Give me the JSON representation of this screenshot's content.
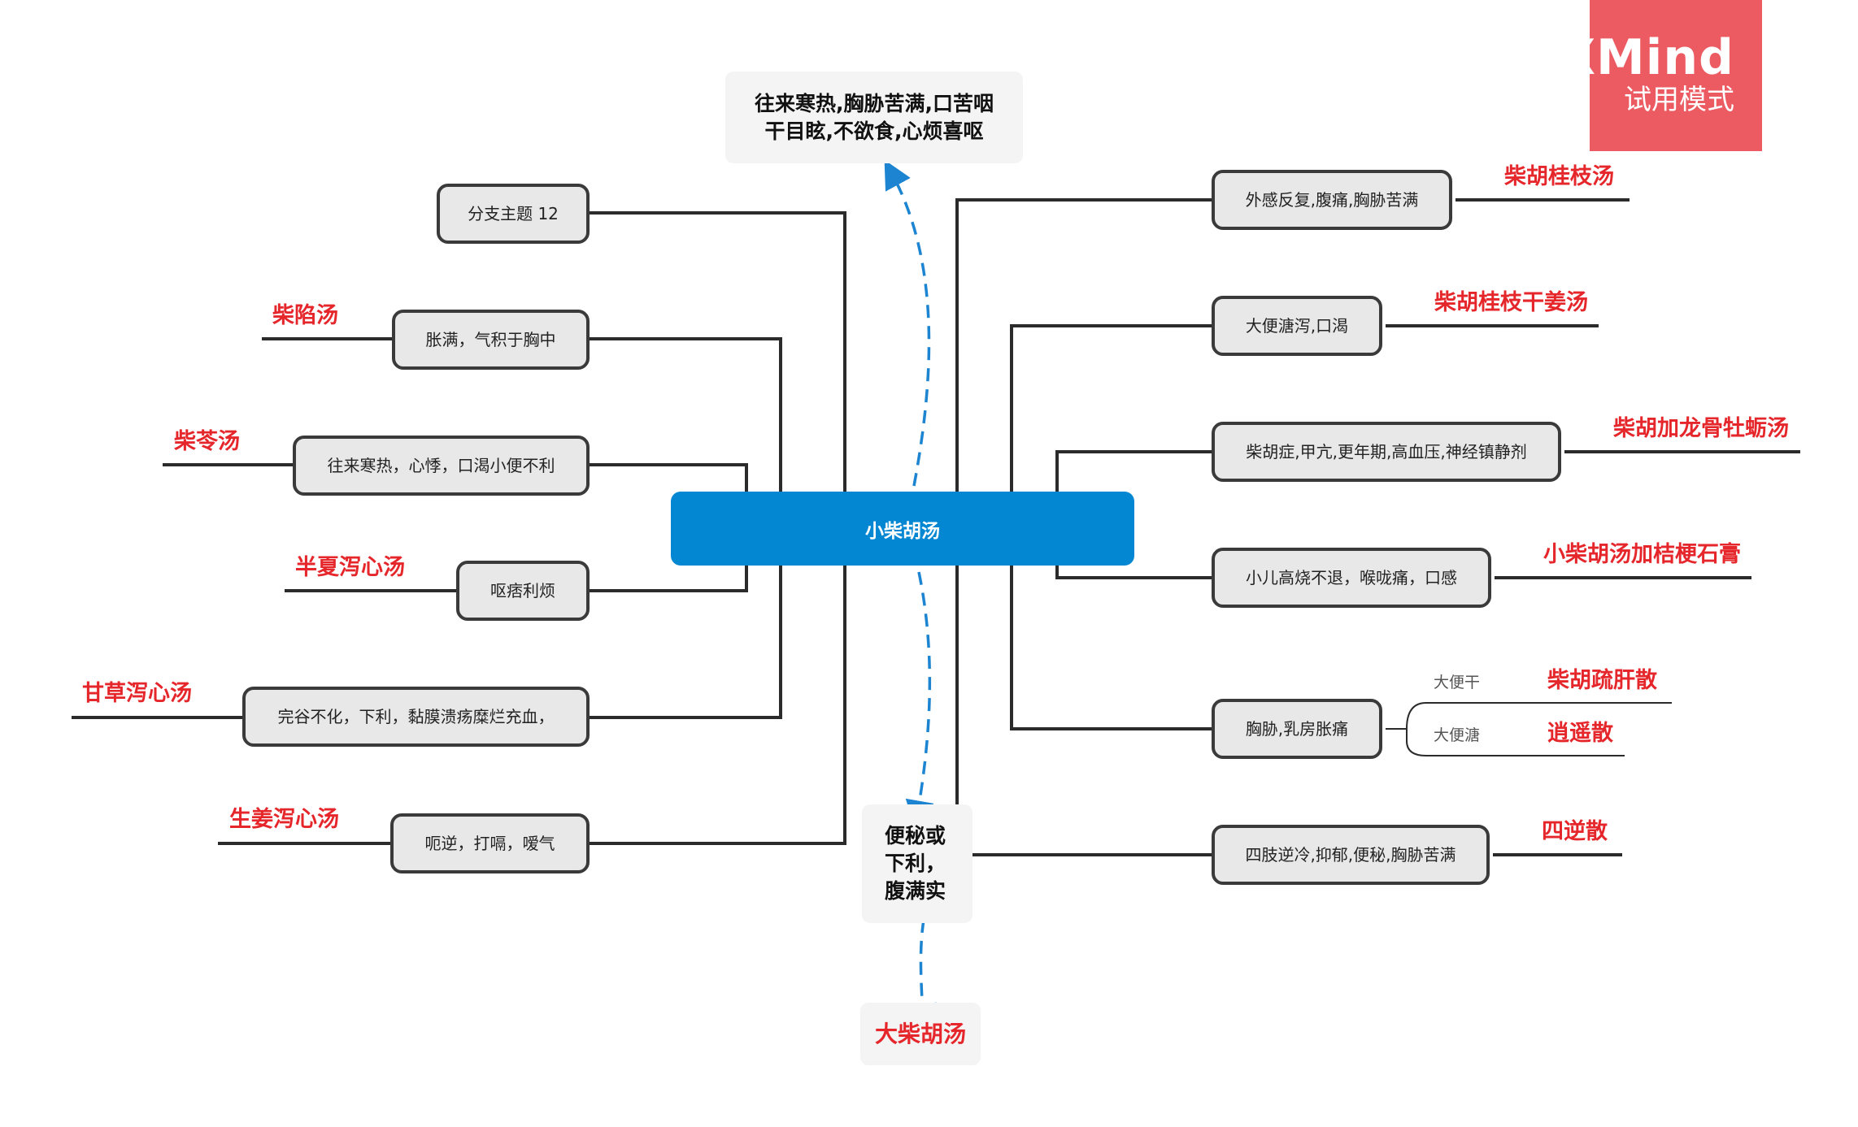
{
  "central_topic": "小柴胡汤",
  "notes": {
    "top": [
      "往来寒热,胸胁苦满,口苦咽",
      "干目眩,不欲食,心烦喜呕"
    ],
    "bottom": [
      "便秘或",
      "下利，",
      "腹满实"
    ],
    "result": "大柴胡汤"
  },
  "left_branches": [
    {
      "topic": "分支主题 12",
      "label": ""
    },
    {
      "topic": "胀满，气积于胸中",
      "label": "柴陷汤"
    },
    {
      "topic": "往来寒热，心悸，口渴小便不利",
      "label": "柴苓汤"
    },
    {
      "topic": "呕痞利烦",
      "label": "半夏泻心汤"
    },
    {
      "topic": "完谷不化，下利，黏膜溃疡糜烂充血，",
      "label": "甘草泻心汤"
    },
    {
      "topic": "呃逆，打嗝，嗳气",
      "label": "生姜泻心汤"
    }
  ],
  "right_branches": [
    {
      "topic": "外感反复,腹痛,胸胁苦满",
      "label": "柴胡桂枝汤"
    },
    {
      "topic": "大便溏泻,口渴",
      "label": "柴胡桂枝干姜汤"
    },
    {
      "topic": "柴胡症,甲亢,更年期,高血压,神经镇静剂",
      "label": "柴胡加龙骨牡蛎汤"
    },
    {
      "topic": "小儿高烧不退，喉咙痛，口感",
      "label": "小柴胡汤加桔梗石膏"
    },
    {
      "topic": "胸胁,乳房胀痛",
      "label": "",
      "sub": [
        {
          "condition": "大便干",
          "label": "柴胡疏肝散"
        },
        {
          "condition": "大便溏",
          "label": "逍遥散"
        }
      ]
    },
    {
      "topic": "四肢逆冷,抑郁,便秘,胸胁苦满",
      "label": "四逆散"
    }
  ],
  "watermark": {
    "logo": "XMind",
    "text": "试用模式"
  },
  "colors": {
    "central": "#0487d3",
    "accent_red": "#e5262b",
    "relation_line": "#1c84d0",
    "watermark": "#ec5b62"
  },
  "icons": []
}
